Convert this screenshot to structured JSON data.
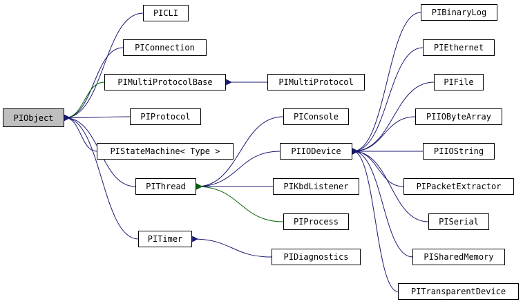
{
  "colors": {
    "inheritance_public": "#191970",
    "inheritance_protected": "#006400",
    "current_node_fill": "#bfbfbf"
  },
  "nodes": {
    "piobject": "PIObject",
    "picli": "PICLI",
    "piconnection": "PIConnection",
    "pimultiprotocolbase": "PIMultiProtocolBase",
    "pimultiprotocol": "PIMultiProtocol",
    "piprotocol": "PIProtocol",
    "pistatemachine": "PIStateMachine< Type >",
    "pithread": "PIThread",
    "pitimer": "PITimer",
    "piconsole": "PIConsole",
    "piiodevice": "PIIODevice",
    "pikbdlistener": "PIKbdListener",
    "piprocess": "PIProcess",
    "pidiagnostics": "PIDiagnostics",
    "pibinarylog": "PIBinaryLog",
    "piethernet": "PIEthernet",
    "pifile": "PIFile",
    "piiobytearray": "PIIOByteArray",
    "piiostring": "PIIOString",
    "pipacketextractor": "PIPacketExtractor",
    "piserial": "PISerial",
    "pisharedmemory": "PISharedMemory",
    "pitransparentdevice": "PITransparentDevice"
  },
  "edges": [
    {
      "from": "picli",
      "to": "piobject",
      "kind": "public"
    },
    {
      "from": "piconnection",
      "to": "piobject",
      "kind": "public"
    },
    {
      "from": "pimultiprotocolbase",
      "to": "piobject",
      "kind": "protected"
    },
    {
      "from": "piprotocol",
      "to": "piobject",
      "kind": "public"
    },
    {
      "from": "pistatemachine",
      "to": "piobject",
      "kind": "public"
    },
    {
      "from": "pithread",
      "to": "piobject",
      "kind": "public"
    },
    {
      "from": "pitimer",
      "to": "piobject",
      "kind": "public"
    },
    {
      "from": "pimultiprotocol",
      "to": "pimultiprotocolbase",
      "kind": "public"
    },
    {
      "from": "piconsole",
      "to": "pithread",
      "kind": "public"
    },
    {
      "from": "piiodevice",
      "to": "pithread",
      "kind": "public"
    },
    {
      "from": "pikbdlistener",
      "to": "pithread",
      "kind": "public"
    },
    {
      "from": "piprocess",
      "to": "pithread",
      "kind": "protected"
    },
    {
      "from": "pidiagnostics",
      "to": "pitimer",
      "kind": "public"
    },
    {
      "from": "pibinarylog",
      "to": "piiodevice",
      "kind": "public"
    },
    {
      "from": "piethernet",
      "to": "piiodevice",
      "kind": "public"
    },
    {
      "from": "pifile",
      "to": "piiodevice",
      "kind": "public"
    },
    {
      "from": "piiobytearray",
      "to": "piiodevice",
      "kind": "public"
    },
    {
      "from": "piiostring",
      "to": "piiodevice",
      "kind": "public"
    },
    {
      "from": "pipacketextractor",
      "to": "piiodevice",
      "kind": "public"
    },
    {
      "from": "piserial",
      "to": "piiodevice",
      "kind": "public"
    },
    {
      "from": "pisharedmemory",
      "to": "piiodevice",
      "kind": "public"
    },
    {
      "from": "pitransparentdevice",
      "to": "piiodevice",
      "kind": "public"
    }
  ]
}
